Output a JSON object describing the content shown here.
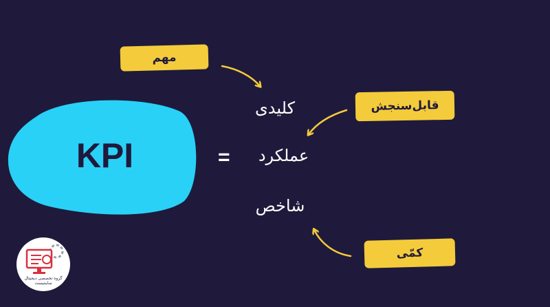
{
  "left": {
    "term": "KPI",
    "equals": "="
  },
  "words": {
    "line1": "کلیدی",
    "line2": "عملکرد",
    "line3": "شاخص"
  },
  "tags": {
    "important": "مهم",
    "measurable": "قابل‌سنجش",
    "quantitative": "کمّی"
  },
  "logo": {
    "caption": "گروه تخصصی دیجیتال ساینتیست"
  },
  "colors": {
    "background": "#1f1a3b",
    "blob": "#29d1f7",
    "tag": "#f4cb3b",
    "text": "#ffffff",
    "logo_accent": "#d9303e"
  }
}
